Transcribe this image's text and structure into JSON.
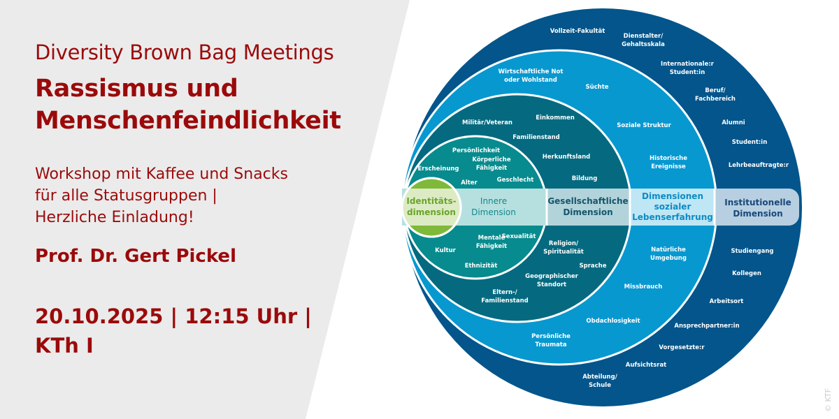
{
  "header": {
    "series": "Diversity Brown Bag Meetings",
    "title_lines": [
      "Rassismus und",
      "Menschenfeindlichkeit"
    ],
    "subtitle_lines": [
      "Workshop mit Kaffee und Snacks",
      "für alle Statusgruppen |",
      "Herzliche Einladung!"
    ],
    "speaker": "Prof. Dr. Gert Pickel",
    "date_lines": [
      "20.10.2025 | 12:15 Uhr |",
      "KTh I"
    ]
  },
  "copyright": "© KTF",
  "colors": {
    "accent": "#9b0a0a",
    "bg_panel": "#ebebeb",
    "institutional": "#03558b",
    "social_experience": "#0898d0",
    "societal": "#056a80",
    "inner": "#078b8e",
    "identity": "#7fb93a"
  },
  "diagram": {
    "dimensions": {
      "identity": [
        "Identitäts-",
        "dimension"
      ],
      "inner": [
        "Innere",
        "Dimension"
      ],
      "societal": [
        "Gesellschaftliche",
        "Dimension"
      ],
      "social_experience": [
        "Dimensionen",
        "sozialer",
        "Lebenserfahrung"
      ],
      "institutional": [
        "Institutionelle",
        "Dimension"
      ]
    },
    "inner_items": [
      [
        "Persönlichkeit"
      ],
      [
        "Körperliche",
        "Fähigkeit"
      ],
      [
        "Erscheinung"
      ],
      [
        "Alter"
      ],
      [
        "Geschlecht"
      ],
      [
        "Mentale",
        "Fähigkeit"
      ],
      [
        "Sexualität"
      ],
      [
        "Kultur"
      ],
      [
        "Ethnizität"
      ]
    ],
    "societal_items": [
      [
        "Militär/Veteran"
      ],
      [
        "Einkommen"
      ],
      [
        "Familienstand"
      ],
      [
        "Herkunftsland"
      ],
      [
        "Bildung"
      ],
      [
        "Religion/",
        "Spiritualität"
      ],
      [
        "Sprache"
      ],
      [
        "Geographischer",
        "Standort"
      ],
      [
        "Eltern-/",
        "Familienstand"
      ]
    ],
    "social_items": [
      [
        "Wirtschaftliche Not",
        "oder Wohlstand"
      ],
      [
        "Süchte"
      ],
      [
        "Soziale Struktur"
      ],
      [
        "Historische",
        "Ereignisse"
      ],
      [
        "Natürliche",
        "Umgebung"
      ],
      [
        "Missbrauch"
      ],
      [
        "Obdachlosigkeit"
      ],
      [
        "Persönliche",
        "Traumata"
      ]
    ],
    "institutional_items": [
      [
        "Vollzeit-Fakultät"
      ],
      [
        "Dienstalter/",
        "Gehaltsskala"
      ],
      [
        "Internationale:r",
        "Student:in"
      ],
      [
        "Beruf/",
        "Fachbereich"
      ],
      [
        "Alumni"
      ],
      [
        "Student:in"
      ],
      [
        "Lehrbeauftragte:r"
      ],
      [
        "Studiengang"
      ],
      [
        "Kollegen"
      ],
      [
        "Arbeitsort"
      ],
      [
        "Ansprechpartner:in"
      ],
      [
        "Vorgesetzte:r"
      ],
      [
        "Aufsichtsrat"
      ],
      [
        "Abteilung/",
        "Schule"
      ]
    ]
  }
}
